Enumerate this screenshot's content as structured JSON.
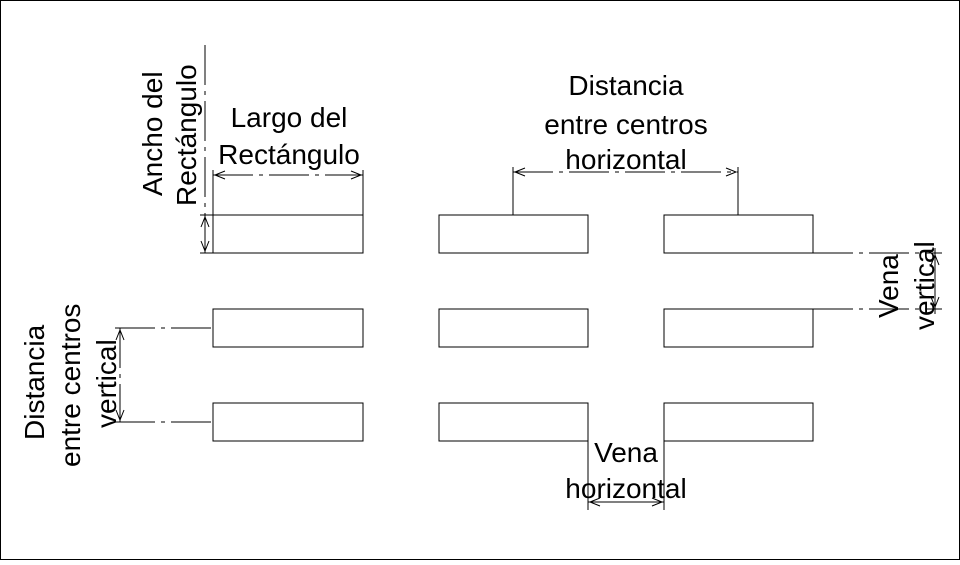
{
  "labels": {
    "width_line1": "Ancho del",
    "width_line2": "Rectángulo",
    "length_line1": "Largo del",
    "length_line2": "Rectángulo",
    "hcenter_line1": "Distancia",
    "hcenter_line2": "entre centros",
    "hcenter_line3": "horizontal",
    "vcenter_line1": "Distancia",
    "vcenter_line2": "entre centros",
    "vcenter_line3": "vertical",
    "vvein_line1": "Vena",
    "vvein_line2": "vertical",
    "hvein_line1": "Vena",
    "hvein_line2": "horizontal"
  },
  "grid": {
    "rows": 3,
    "cols": 3
  },
  "colors": {
    "line": "#000000",
    "background": "#ffffff"
  }
}
